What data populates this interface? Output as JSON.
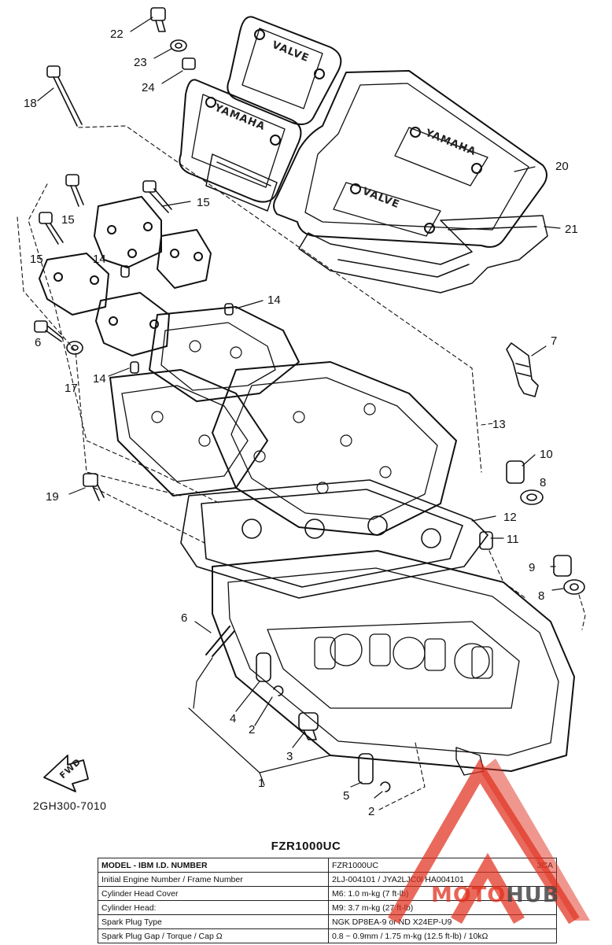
{
  "diagram": {
    "callouts": {
      "c1": "1",
      "c2a": "2",
      "c2b": "2",
      "c3": "3",
      "c4": "4",
      "c5": "5",
      "c6a": "6",
      "c6b": "6",
      "c7": "7",
      "c8a": "8",
      "c8b": "8",
      "c9": "9",
      "c10": "10",
      "c11": "11",
      "c12": "12",
      "c13": "13",
      "c14a": "14",
      "c14b": "14",
      "c14c": "14",
      "c15a": "15",
      "c15b": "15",
      "c15c": "15",
      "c17": "17",
      "c18": "18",
      "c19": "19",
      "c20": "20",
      "c21": "21",
      "c22": "22",
      "c23": "23",
      "c24": "24"
    },
    "embossing": {
      "valve_front": "VALVE",
      "valve_rear": "VALVE",
      "yamaha_left": "YAMAHA",
      "yamaha_right": "YAMAHA"
    },
    "fwd_label": "FWD",
    "part_code": "2GH300-7010"
  },
  "model_title": "FZR1000UC",
  "spec_table": {
    "header": {
      "label": "MODEL - IBM I.D. NUMBER",
      "value": "FZR1000UC",
      "code": "3CA"
    },
    "rows": [
      {
        "label": "Initial Engine Number / Frame Number",
        "value": "2LJ-004101 / JYA2LJC0l    HA004101"
      },
      {
        "label": "Cylinder Head Cover",
        "value": "M6: 1.0 m-kg (7 ft-lb)"
      },
      {
        "label": "Cylinder Head:",
        "value": "M9: 3.7 m-kg (27 ft-lb)"
      },
      {
        "label": "Spark Plug Type",
        "value": "NGK DP8EA-9 or ND X24EP-U9"
      },
      {
        "label": "Spark Plug Gap / Torque / Cap Ω",
        "value": "0.8 ~ 0.9mm / 1.75 m-kg (12.5 ft-lb) / 10kΩ"
      }
    ]
  },
  "watermark": {
    "part1": "MOTO",
    "part2": "HUB"
  },
  "colors": {
    "ink": "#111111",
    "watermark_red": "#e0301e",
    "watermark_gray": "#464646"
  }
}
